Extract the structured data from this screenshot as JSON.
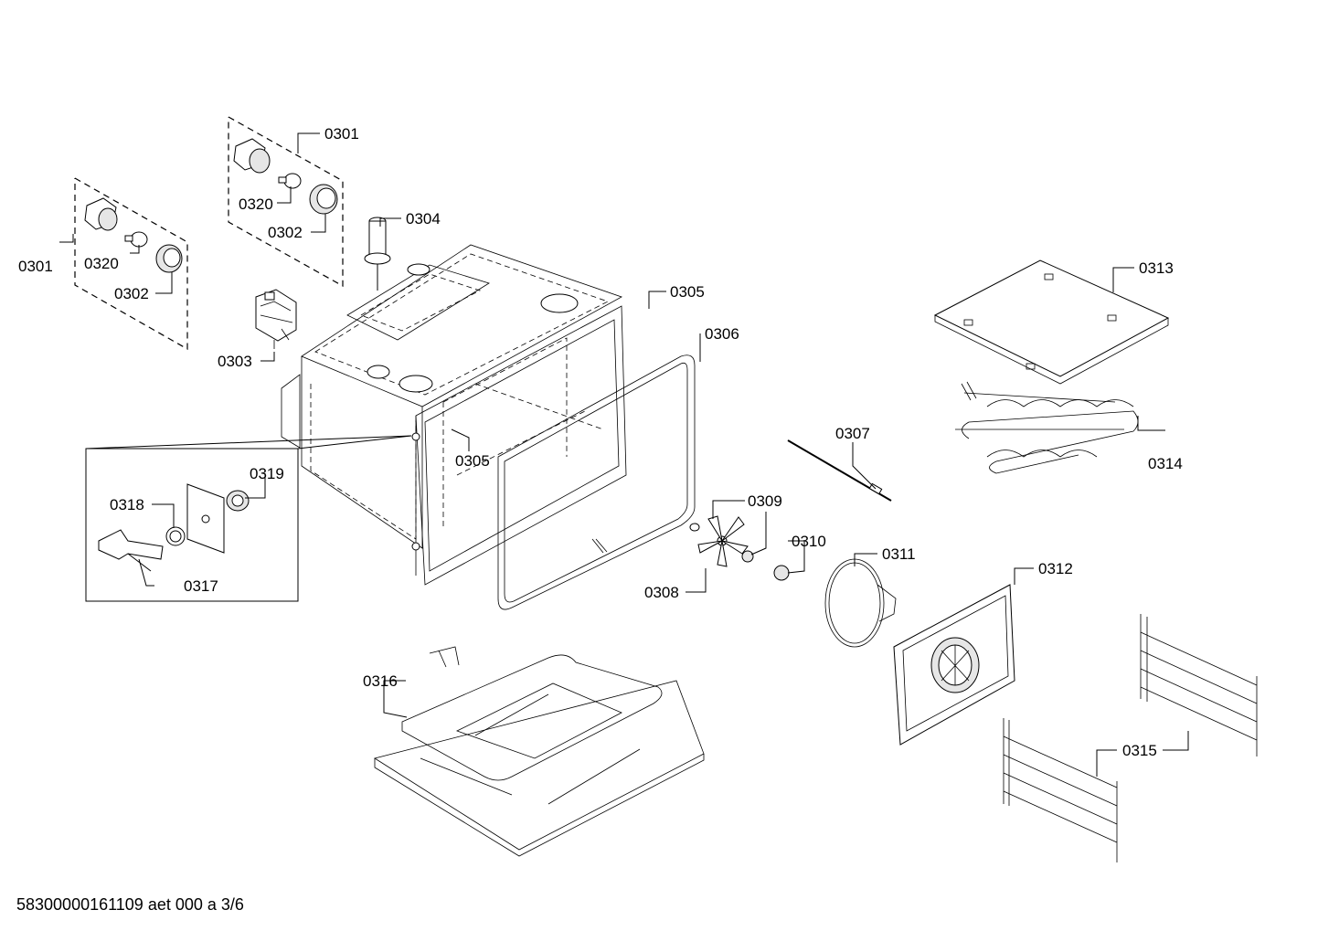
{
  "footer_code": "58300000161109 aet 000 a 3/6",
  "labels": {
    "l0301a": "0301",
    "l0301b": "0301",
    "l0320a": "0320",
    "l0320b": "0320",
    "l0302a": "0302",
    "l0302b": "0302",
    "l0303": "0303",
    "l0304": "0304",
    "l0305a": "0305",
    "l0305b": "0305",
    "l0306": "0306",
    "l0307": "0307",
    "l0308": "0308",
    "l0309": "0309",
    "l0310": "0310",
    "l0311": "0311",
    "l0312": "0312",
    "l0313": "0313",
    "l0314": "0314",
    "l0315": "0315",
    "l0316": "0316",
    "l0317": "0317",
    "l0318": "0318",
    "l0319": "0319"
  }
}
